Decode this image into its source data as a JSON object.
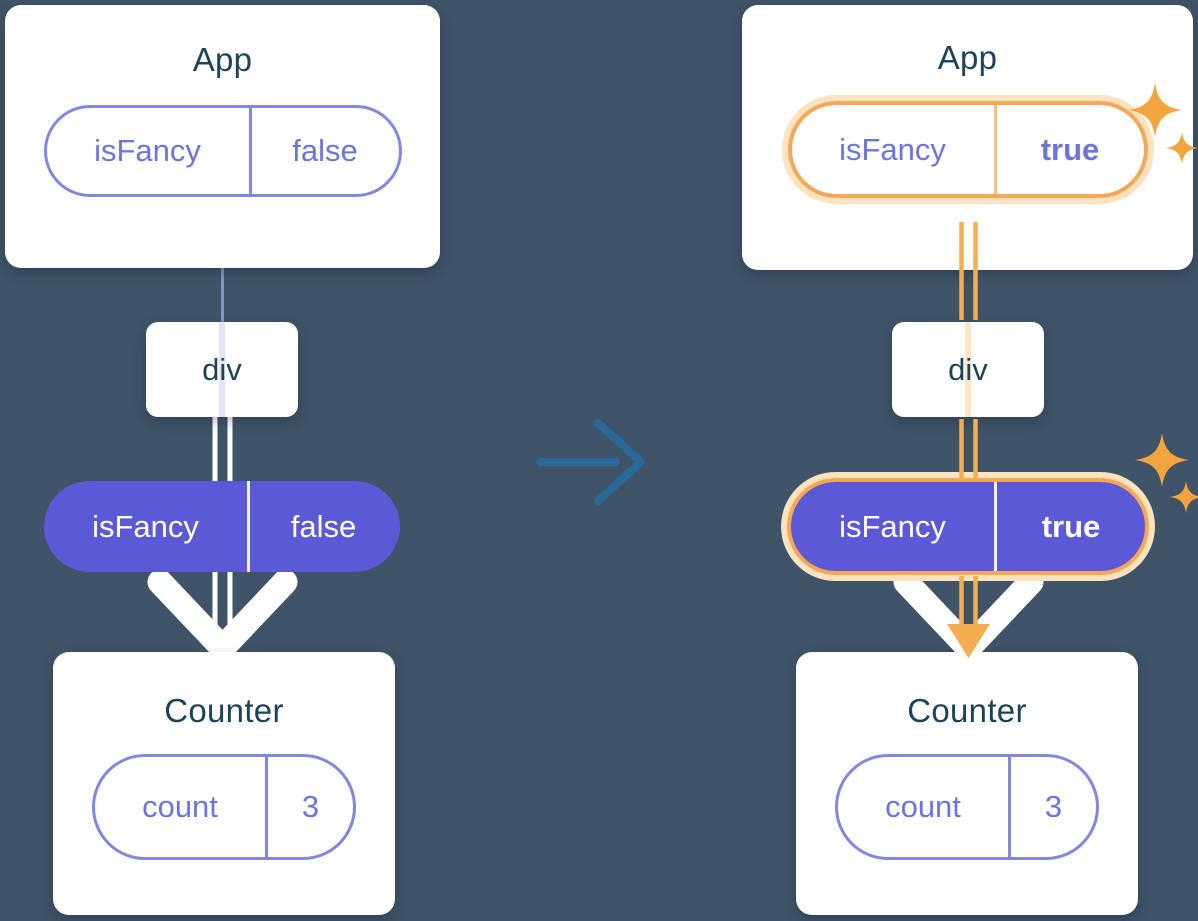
{
  "diagram": {
    "before": {
      "app": {
        "title": "App",
        "prop": {
          "key": "isFancy",
          "value": "false"
        }
      },
      "middle": {
        "label": "div"
      },
      "prop_pill": {
        "key": "isFancy",
        "value": "false"
      },
      "counter": {
        "title": "Counter",
        "state": {
          "key": "count",
          "value": "3"
        }
      }
    },
    "after": {
      "app": {
        "title": "App",
        "prop": {
          "key": "isFancy",
          "value": "true"
        }
      },
      "middle": {
        "label": "div"
      },
      "prop_pill": {
        "key": "isFancy",
        "value": "true"
      },
      "counter": {
        "title": "Counter",
        "state": {
          "key": "count",
          "value": "3"
        }
      }
    }
  },
  "icons": {
    "transition_arrow": "right-arrow",
    "sparkle_large": "sparkle",
    "sparkle_small": "sparkle"
  },
  "colors": {
    "background": "#3f5468",
    "card": "#ffffff",
    "title_text": "#1d4358",
    "purple_fill": "#5c59d6",
    "purple_text": "#6e74de",
    "purple_border": "#8287e2",
    "highlight_orange": "#f3a757",
    "highlight_halo": "#fae3bd",
    "orange_line": "#f5ad52",
    "transition_arrow_blue": "#2a6898",
    "arrow_white": "#ffffff"
  }
}
